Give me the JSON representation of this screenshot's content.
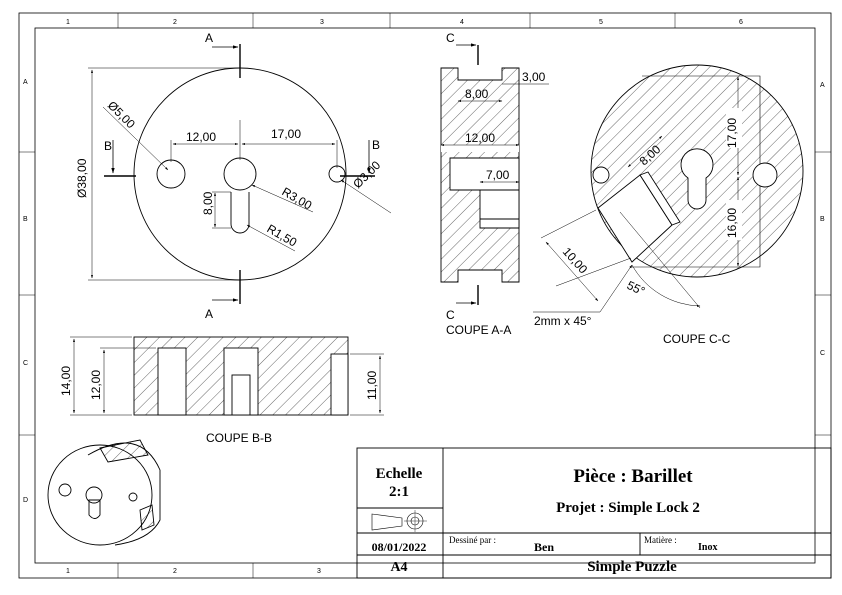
{
  "grid": {
    "top_columns": [
      "1",
      "2",
      "3",
      "4",
      "5",
      "6"
    ],
    "bottom_columns": [
      "1",
      "2",
      "3"
    ],
    "rows": [
      "A",
      "B",
      "C",
      "D"
    ]
  },
  "dimensions": {
    "dia38": "Ø38,00",
    "dia5": "Ø5,00",
    "dia3": "Ø3,00",
    "d12": "12,00",
    "d17": "17,00",
    "d8": "8,00",
    "r3": "R3,00",
    "r15": "R1,50",
    "aa_3": "3,00",
    "aa_8": "8,00",
    "aa_12": "12,00",
    "aa_7": "7,00",
    "bb_14": "14,00",
    "bb_12": "12,00",
    "bb_11": "11,00",
    "cc_8": "8,00",
    "cc_17": "17,00",
    "cc_16": "16,00",
    "cc_10": "10,00",
    "cc_55": "55°",
    "chamfer": "2mm x 45°"
  },
  "section_letters": {
    "a": "A",
    "b": "B",
    "c": "C"
  },
  "captions": {
    "aa": "COUPE A-A",
    "bb": "COUPE B-B",
    "cc": "COUPE C-C"
  },
  "title_block": {
    "scale_label": "Echelle",
    "scale_value": "2:1",
    "piece": "Pièce : Barillet",
    "project": "Projet : Simple Lock 2",
    "date": "08/01/2022",
    "drawn_by_label": "Dessiné par :",
    "drawn_by": "Ben",
    "material_label": "Matière :",
    "material": "Inox",
    "format": "A4",
    "name": "Simple Puzzle"
  }
}
